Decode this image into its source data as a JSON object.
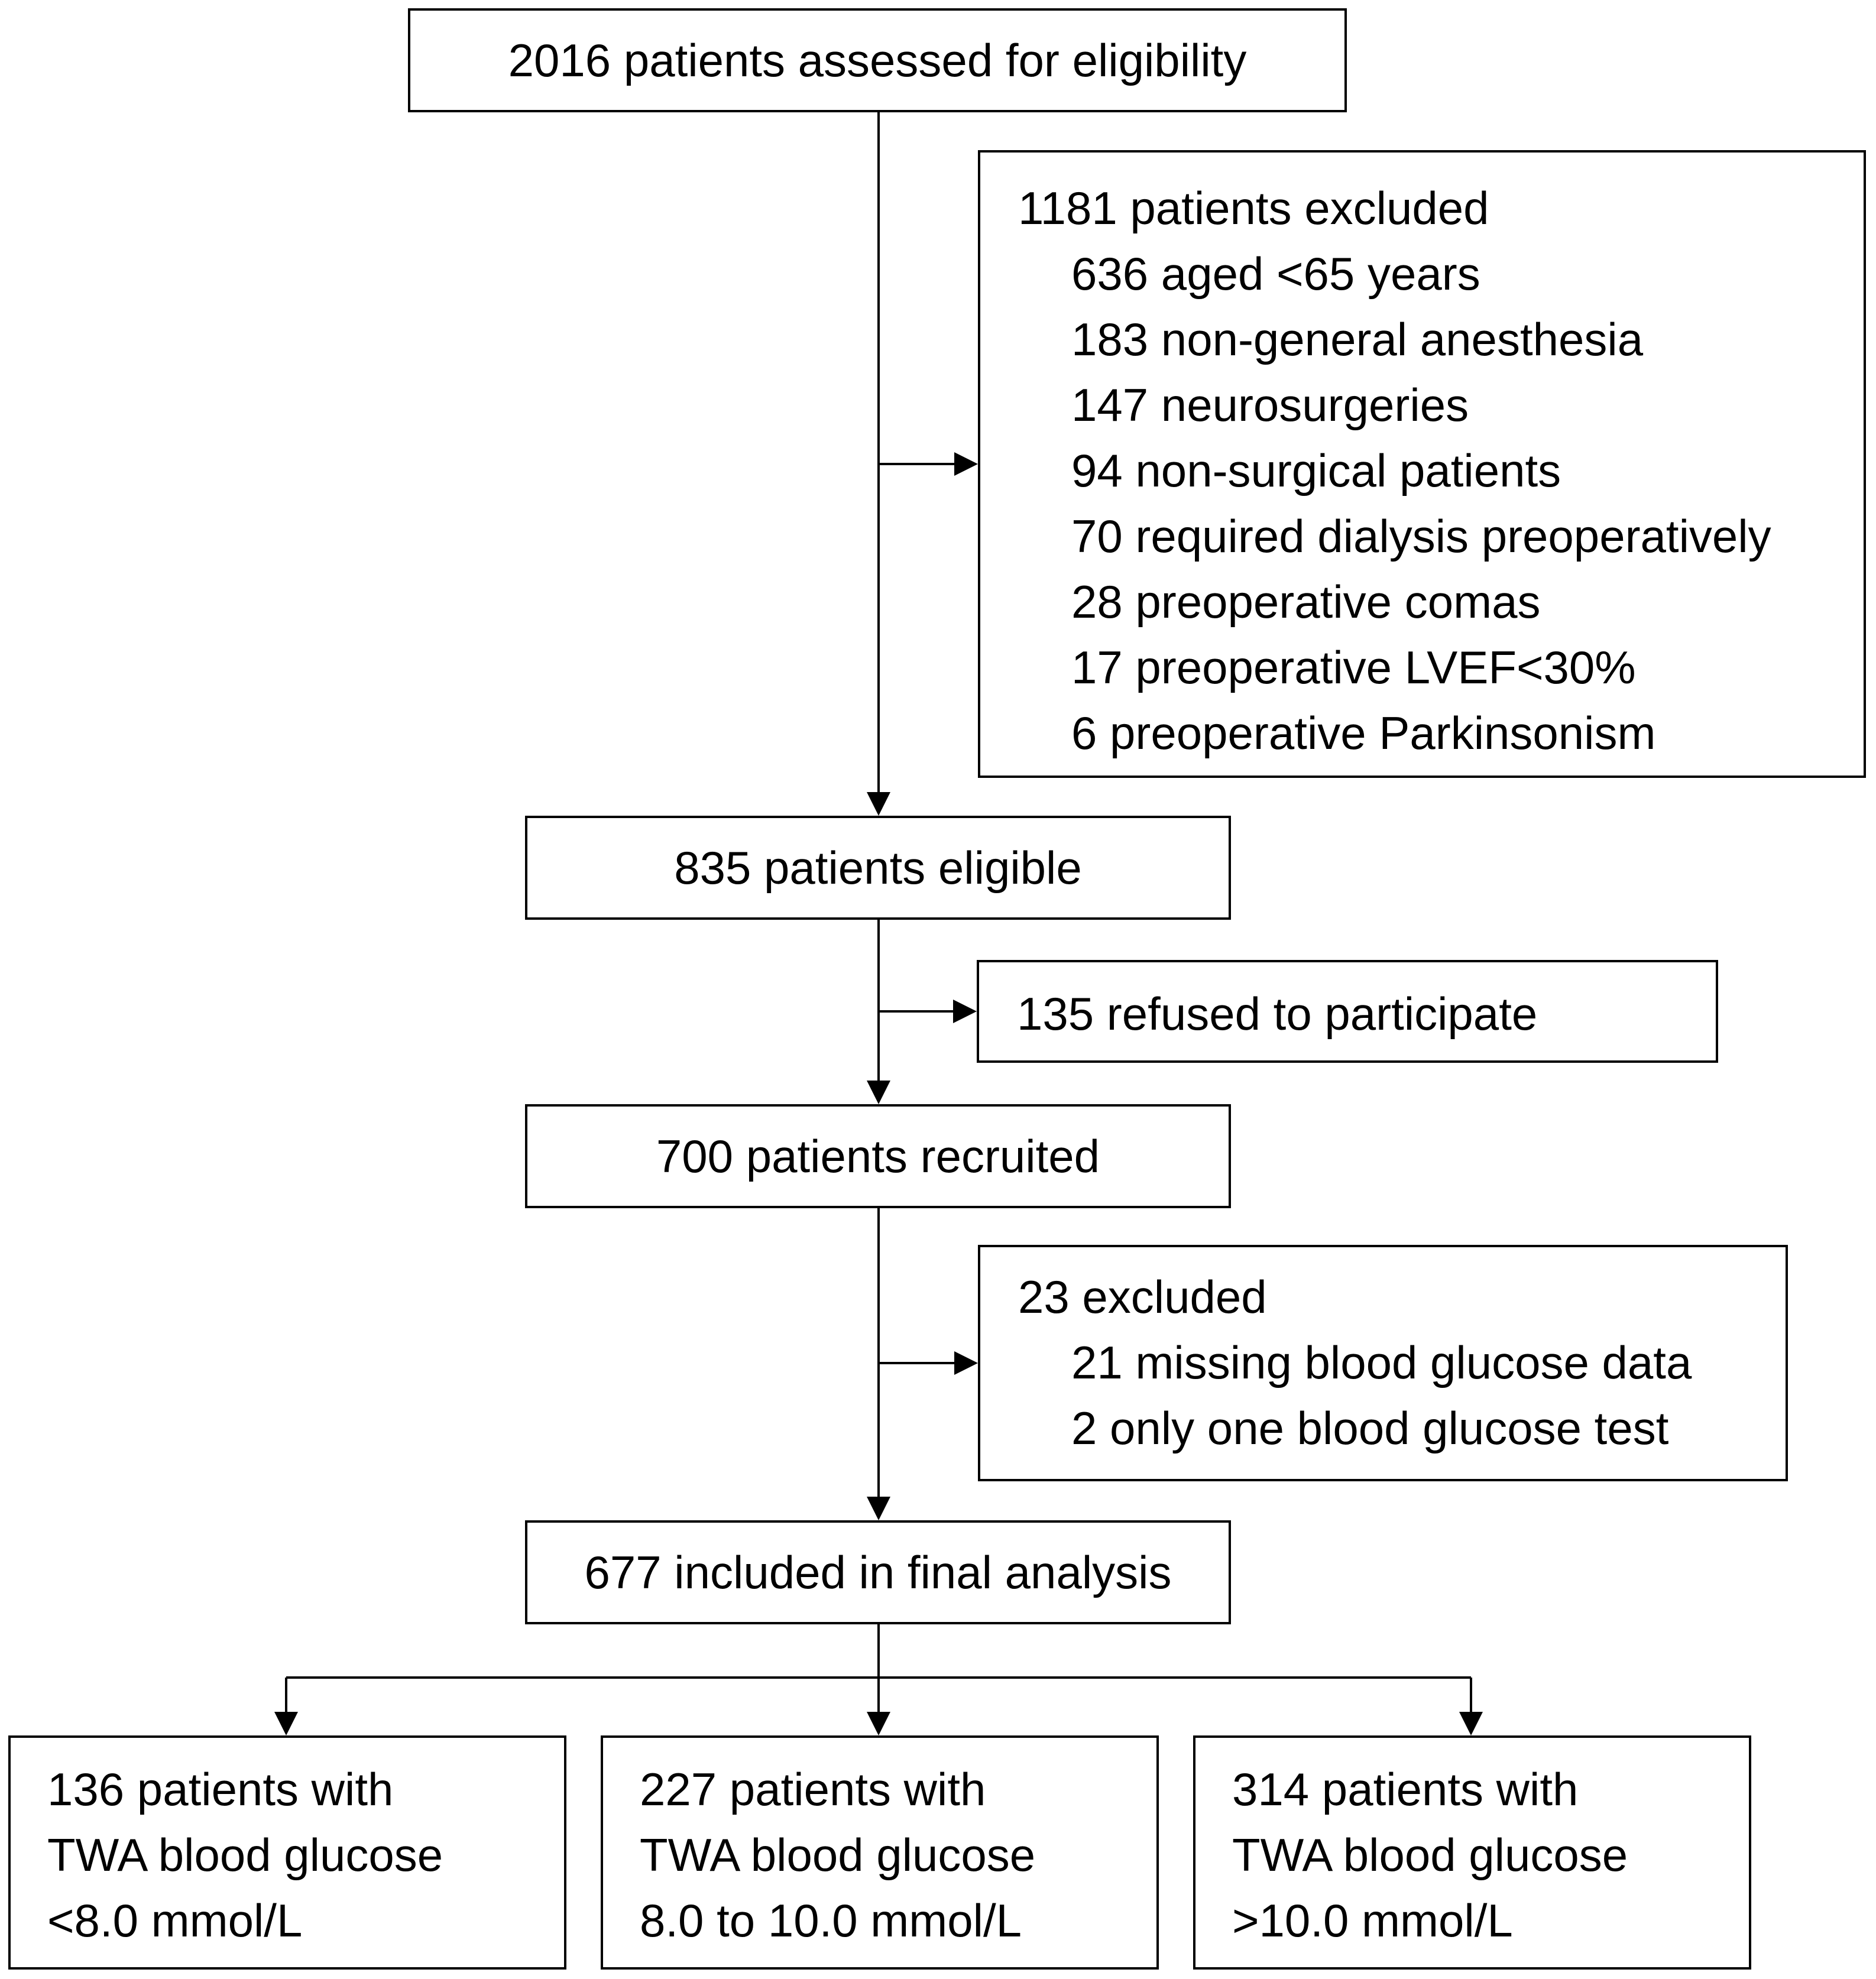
{
  "assessed": {
    "label": "2016 patients assessed for eligibility"
  },
  "excluded1": {
    "header": "1181 patients excluded",
    "items": [
      "636 aged <65 years",
      "183 non-general anesthesia",
      "147 neurosurgeries",
      "94 non-surgical patients",
      "70 required dialysis preoperatively",
      "28 preoperative comas",
      "17 preoperative LVEF<30%",
      "6 preoperative Parkinsonism"
    ]
  },
  "eligible": {
    "label": "835 patients eligible"
  },
  "refused": {
    "label": "135 refused to participate"
  },
  "recruited": {
    "label": "700 patients recruited"
  },
  "excluded2": {
    "header": "23 excluded",
    "items": [
      "21 missing blood glucose data",
      "2 only one blood glucose test"
    ]
  },
  "final": {
    "label": "677 included in final analysis"
  },
  "groups": [
    {
      "lines": [
        "136 patients with",
        "TWA blood glucose",
        "<8.0 mmol/L"
      ]
    },
    {
      "lines": [
        "227 patients with",
        "TWA blood glucose",
        "8.0 to 10.0 mmol/L"
      ]
    },
    {
      "lines": [
        "314 patients with",
        "TWA blood glucose",
        ">10.0 mmol/L"
      ]
    }
  ]
}
